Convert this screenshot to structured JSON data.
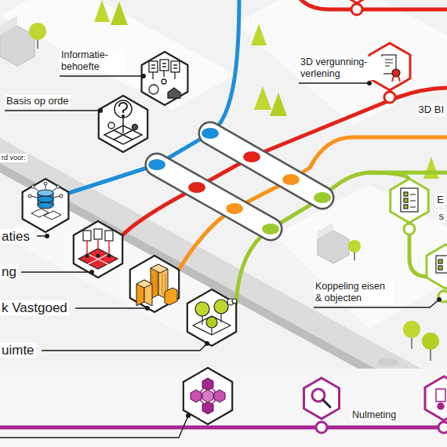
{
  "diagram": {
    "labels": [
      "Informatie- behoefte",
      "Basis op orde",
      "3D vergunning- verlening",
      "3D BI",
      "rd voor:",
      "E",
      "s",
      "aties",
      "ng",
      "k Vastgoed",
      "Koppeling eisen & objecten",
      "uimte",
      "Nulmeting"
    ]
  }
}
